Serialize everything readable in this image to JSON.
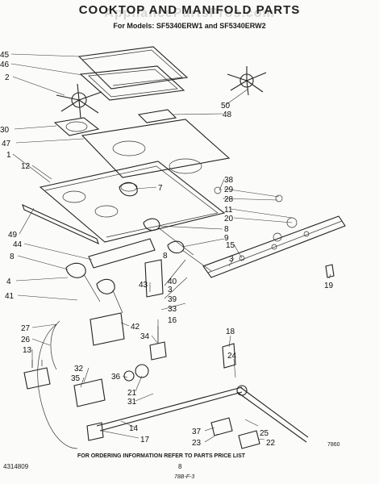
{
  "header": {
    "title": "COOKTOP AND MANIFOLD PARTS",
    "subtitle": "For Models: SF5340ERW1 and SF5340ERW2",
    "watermark": "AppliancePartsPros.com"
  },
  "footer": {
    "left_code": "4314809",
    "page_number": "8",
    "ordering_note": "FOR ORDERING INFORMATION REFER TO PARTS PRICE LIST",
    "bottom_code": "78B-F-3",
    "figure_code": "7860"
  },
  "callouts": {
    "c1": "1",
    "c2": "2",
    "c3": "3",
    "c3b": "3",
    "c4": "4",
    "c7": "7",
    "c8a": "8",
    "c8b": "8",
    "c8c": "8",
    "c9": "9",
    "c11": "11",
    "c12": "12",
    "c13": "13",
    "c14": "14",
    "c15": "15",
    "c16": "16",
    "c17": "17",
    "c18": "18",
    "c19": "19",
    "c20": "20",
    "c21": "21",
    "c22": "22",
    "c23": "23",
    "c24": "24",
    "c25": "25",
    "c26": "26",
    "c27": "27",
    "c28": "28",
    "c29": "29",
    "c30": "30",
    "c31": "31",
    "c32": "32",
    "c33": "33",
    "c34": "34",
    "c35": "35",
    "c36": "36",
    "c37": "37",
    "c38": "38",
    "c39": "39",
    "c40": "40",
    "c41": "41",
    "c42": "42",
    "c43": "43",
    "c44": "44",
    "c45": "45",
    "c46": "46",
    "c47": "47",
    "c48": "48",
    "c49": "49",
    "c50": "50"
  }
}
